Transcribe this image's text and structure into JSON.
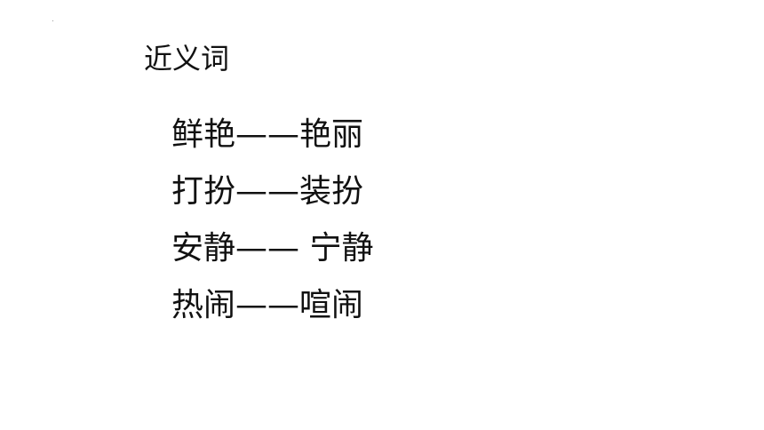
{
  "heading": "近义词",
  "pairs": [
    "鲜艳——艳丽",
    "打扮——装扮",
    "安静—— 宁静",
    "热闹——喧闹"
  ]
}
